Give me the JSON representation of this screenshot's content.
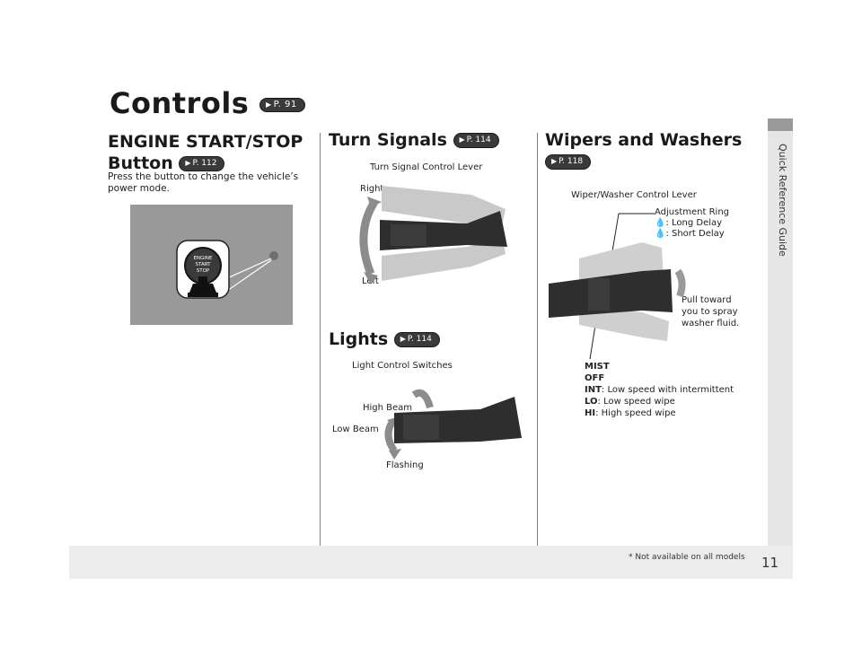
{
  "page": {
    "title": "Controls",
    "title_ref": "P. 91",
    "side_tab": "Quick Reference Guide",
    "page_number": "11",
    "footnote": "* Not available on all models"
  },
  "engine": {
    "title_line1": "ENGINE START/STOP",
    "title_line2": "Button",
    "ref": "P. 112",
    "description": "Press the button to change the vehicle’s power mode.",
    "button_text": [
      "ENGINE",
      "START",
      "STOP"
    ]
  },
  "turn_signals": {
    "title": "Turn Signals",
    "ref": "P. 114",
    "lever_label": "Turn Signal Control Lever",
    "right_label": "Right",
    "left_label": "Left"
  },
  "lights": {
    "title": "Lights",
    "ref": "P. 114",
    "switch_label": "Light Control Switches",
    "high_beam": "High Beam",
    "low_beam": "Low Beam",
    "flashing": "Flashing"
  },
  "wipers": {
    "title": "Wipers and Washers",
    "ref": "P. 118",
    "lever_label": "Wiper/Washer Control Lever",
    "ring_label": "Adjustment Ring",
    "long_delay": ": Long Delay",
    "short_delay": ": Short Delay",
    "pull_line1": "Pull toward",
    "pull_line2": "you to spray",
    "pull_line3": "washer fluid.",
    "mist": "MIST",
    "off": "OFF",
    "int_key": "INT",
    "int_desc": ": Low speed with intermittent",
    "lo_key": "LO",
    "lo_desc": ": Low speed wipe",
    "hi_key": "HI",
    "hi_desc": ": High speed wipe"
  },
  "colors": {
    "lever_dark": "#2b2b2b",
    "lever_ghost": "#c8c8c8",
    "arrow_grey": "#9a9a9a",
    "photo_bg": "#999999"
  }
}
